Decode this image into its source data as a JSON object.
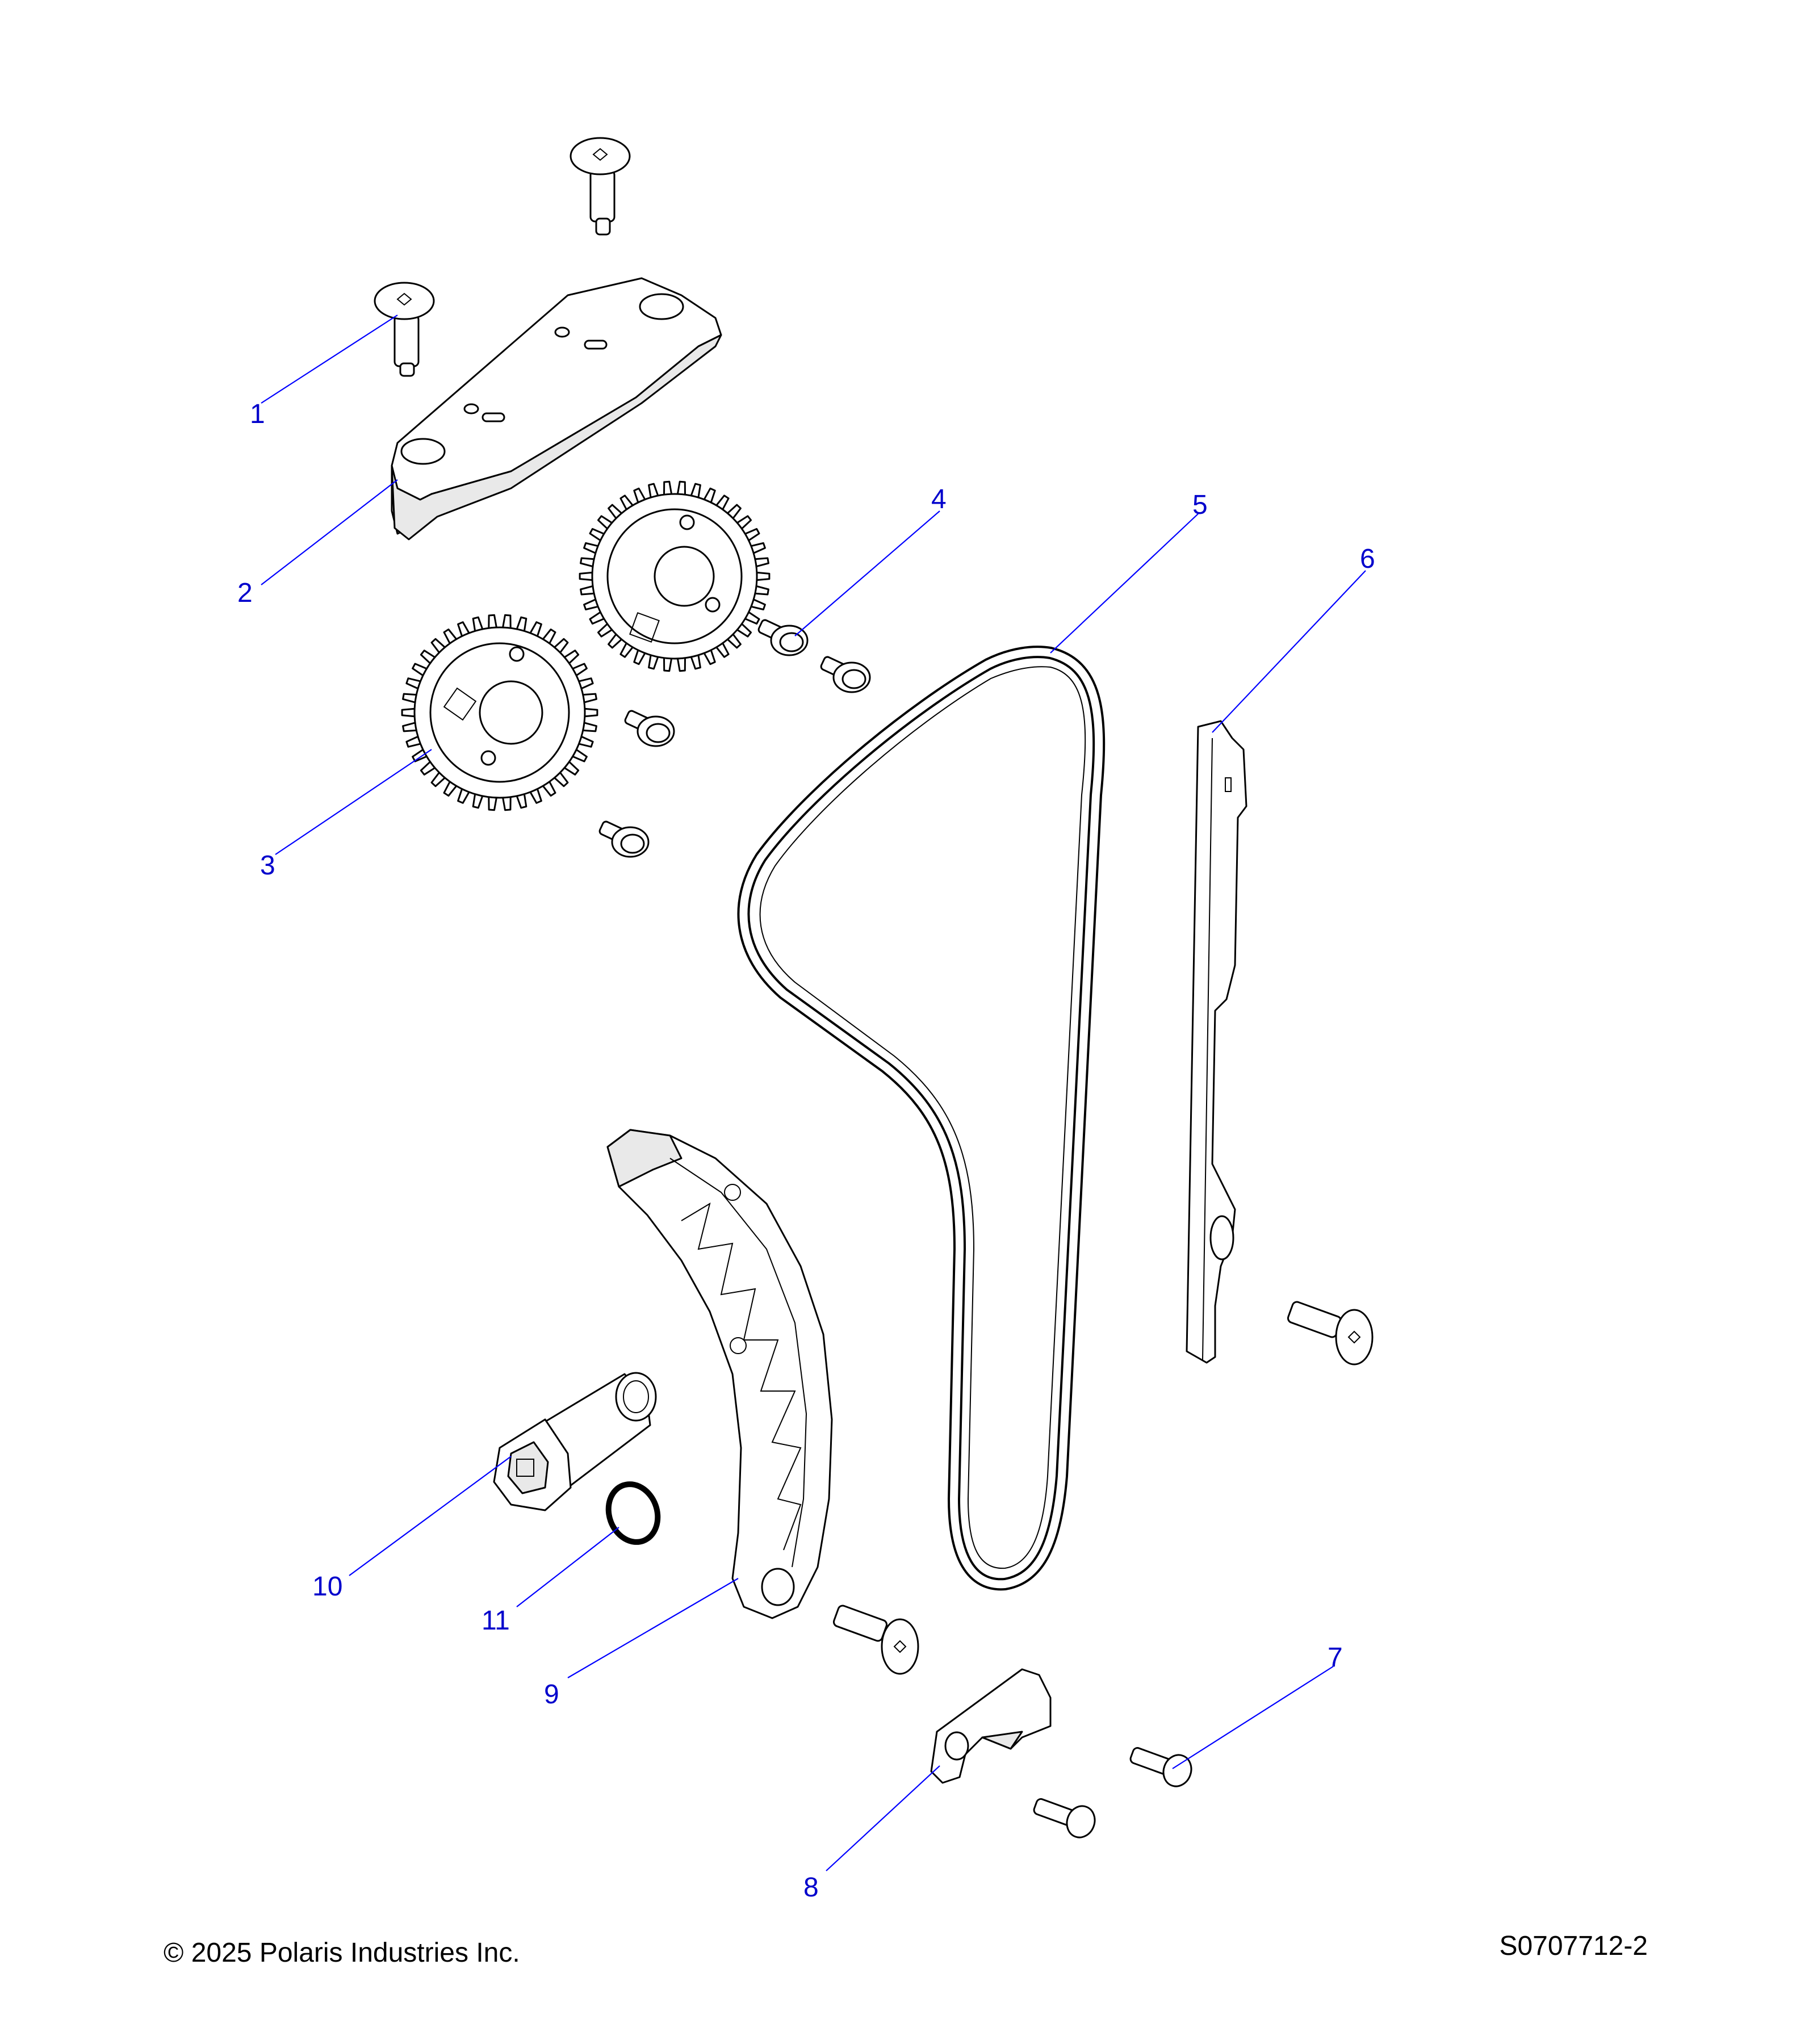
{
  "diagram": {
    "callouts": [
      "1",
      "2",
      "3",
      "4",
      "5",
      "6",
      "7",
      "8",
      "9",
      "10",
      "11"
    ]
  },
  "footer": {
    "copyright": "© 2025 Polaris Industries Inc.",
    "drawing_number": "S0707712-2"
  },
  "colors": {
    "callout": "#0000cc",
    "leader": "#0000ff",
    "linework": "#000000"
  }
}
